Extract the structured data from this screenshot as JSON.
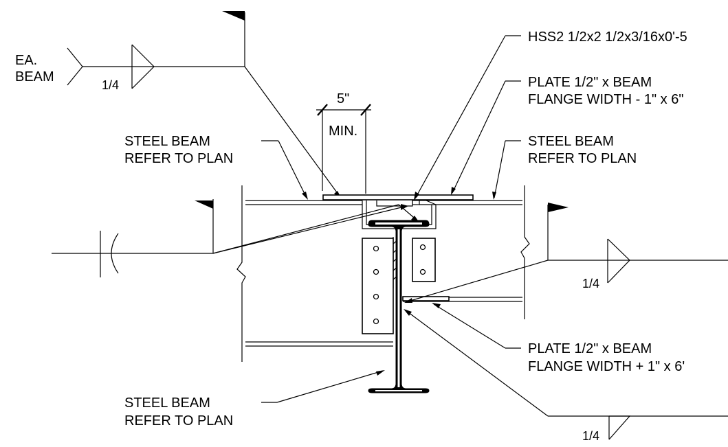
{
  "labels": {
    "ea_beam_line1": "EA.",
    "ea_beam_line2": "BEAM",
    "weld_top_left": "1/4",
    "dim_value": "5\"",
    "dim_min": "MIN.",
    "hss": "HSS2 1/2x2 1/2x3/16x0'-5",
    "plate_top_line1": "PLATE 1/2\" x BEAM",
    "plate_top_line2": "FLANGE WIDTH - 1\" x 6\"",
    "steel_beam_left_line1": "STEEL BEAM",
    "steel_beam_left_line2": "REFER TO PLAN",
    "steel_beam_right_line1": "STEEL BEAM",
    "steel_beam_right_line2": "REFER TO PLAN",
    "weld_mid_right": "1/4",
    "plate_bottom_line1": "PLATE 1/2\" x BEAM",
    "plate_bottom_line2": "FLANGE WIDTH + 1\" x 6'",
    "steel_beam_bottom_line1": "STEEL BEAM",
    "steel_beam_bottom_line2": "REFER TO PLAN",
    "weld_bottom_right": "1/4"
  },
  "colors": {
    "line": "#000000",
    "background": "#ffffff"
  }
}
